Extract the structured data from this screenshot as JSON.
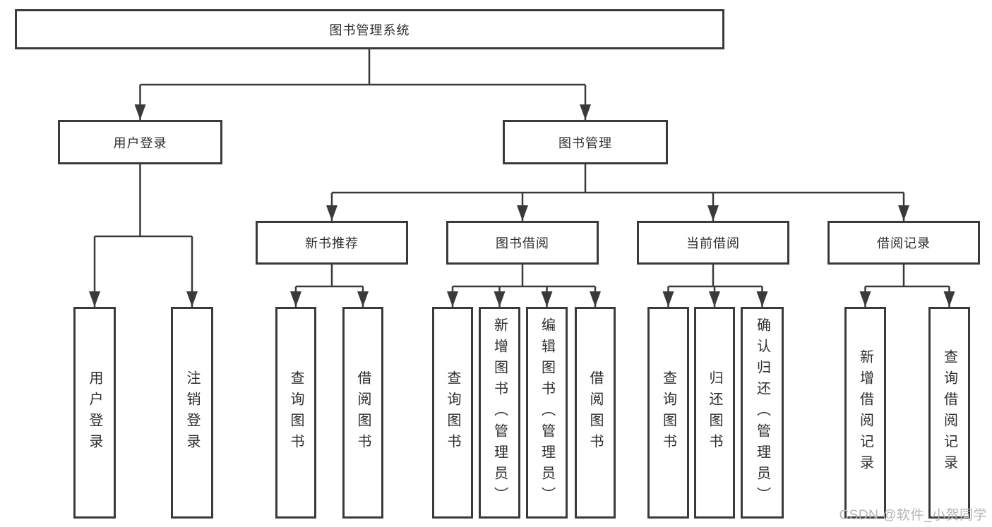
{
  "tree": {
    "root": {
      "label": "图书管理系统"
    },
    "children": [
      {
        "label": "用户登录",
        "children": [
          {
            "label": "用户登录"
          },
          {
            "label": "注销登录"
          }
        ]
      },
      {
        "label": "图书管理",
        "children": [
          {
            "label": "新书推荐",
            "children": [
              {
                "label": "查询图书"
              },
              {
                "label": "借阅图书"
              }
            ]
          },
          {
            "label": "图书借阅",
            "children": [
              {
                "label": "查询图书"
              },
              {
                "label": "新增图书（管理员）"
              },
              {
                "label": "编辑图书（管理员）"
              },
              {
                "label": "借阅图书"
              }
            ]
          },
          {
            "label": "当前借阅",
            "children": [
              {
                "label": "查询图书"
              },
              {
                "label": "归还图书"
              },
              {
                "label": "确认归还（管理员）"
              }
            ]
          },
          {
            "label": "借阅记录",
            "children": [
              {
                "label": "新增借阅记录"
              },
              {
                "label": "查询借阅记录"
              }
            ]
          }
        ]
      }
    ]
  },
  "watermark": {
    "text": "CSDN @软件_小贺同学"
  },
  "colors": {
    "line": "#3a3a3a",
    "text": "#2e2e2e",
    "watermark": "#b5b5b5",
    "background": "#ffffff"
  }
}
